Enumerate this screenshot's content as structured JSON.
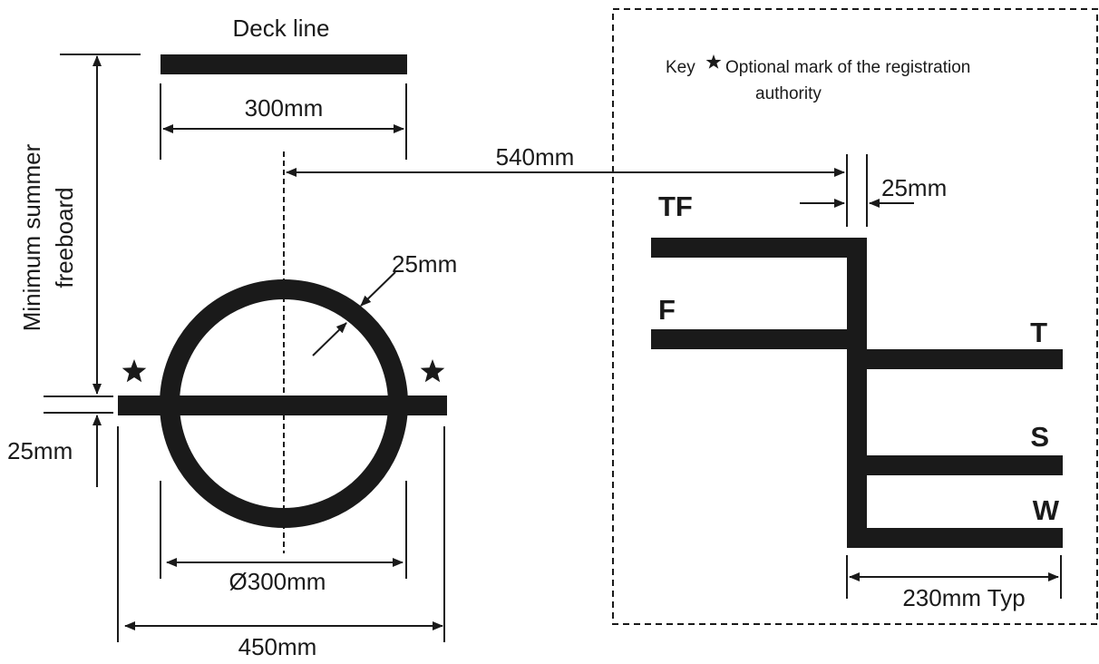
{
  "labels": {
    "deck_line": "Deck line",
    "min_freeboard_line1": "Minimum summer",
    "min_freeboard_line2": "freeboard",
    "dim_300": "300mm",
    "dim_540": "540mm",
    "dim_25_top": "25mm",
    "dim_25_ring": "25mm",
    "dim_25_left": "25mm",
    "dim_diameter": "Ø300mm",
    "dim_450": "450mm",
    "dim_230": "230mm Typ"
  },
  "key": {
    "prefix": "Key",
    "text_line1": "Optional mark of the registration",
    "text_line2": "authority",
    "star_icon": "star-icon"
  },
  "load_lines": {
    "TF": "TF",
    "F": "F",
    "T": "T",
    "S": "S",
    "W": "W"
  },
  "colors": {
    "ink": "#1a1a1a",
    "background": "#ffffff"
  }
}
